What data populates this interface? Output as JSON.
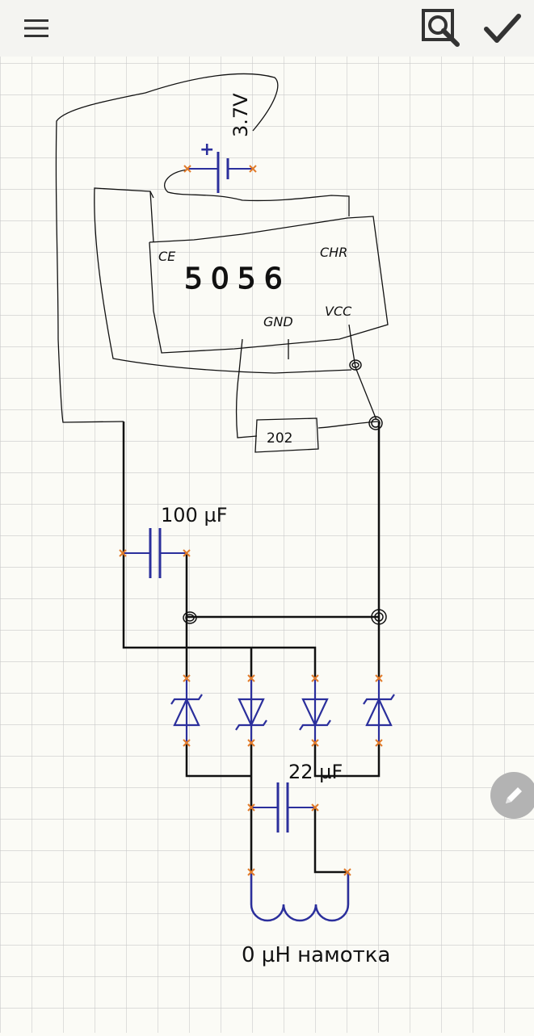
{
  "toolbar": {
    "menu_icon": "hamburger-menu-icon",
    "zoom_icon": "zoom-search-icon",
    "confirm_icon": "check-icon"
  },
  "schematic": {
    "battery_label": "3.7V",
    "chip_name": "5056",
    "pin_ce": "CE",
    "pin_chr": "CHR",
    "pin_gnd": "GND",
    "pin_vcc": "VCC",
    "resistor_label": "202",
    "cap1_label": "100 µF",
    "cap2_label": "22 µF",
    "coil_label": "0 µH  намотка",
    "battery_plus": "+"
  },
  "fab": {
    "icon": "pencil-edit-icon"
  },
  "colors": {
    "grid": "#c9c9c9",
    "wire": "#111111",
    "component": "#2b2f9c",
    "terminal": "#e07a2a",
    "background": "#fbfbf6"
  }
}
